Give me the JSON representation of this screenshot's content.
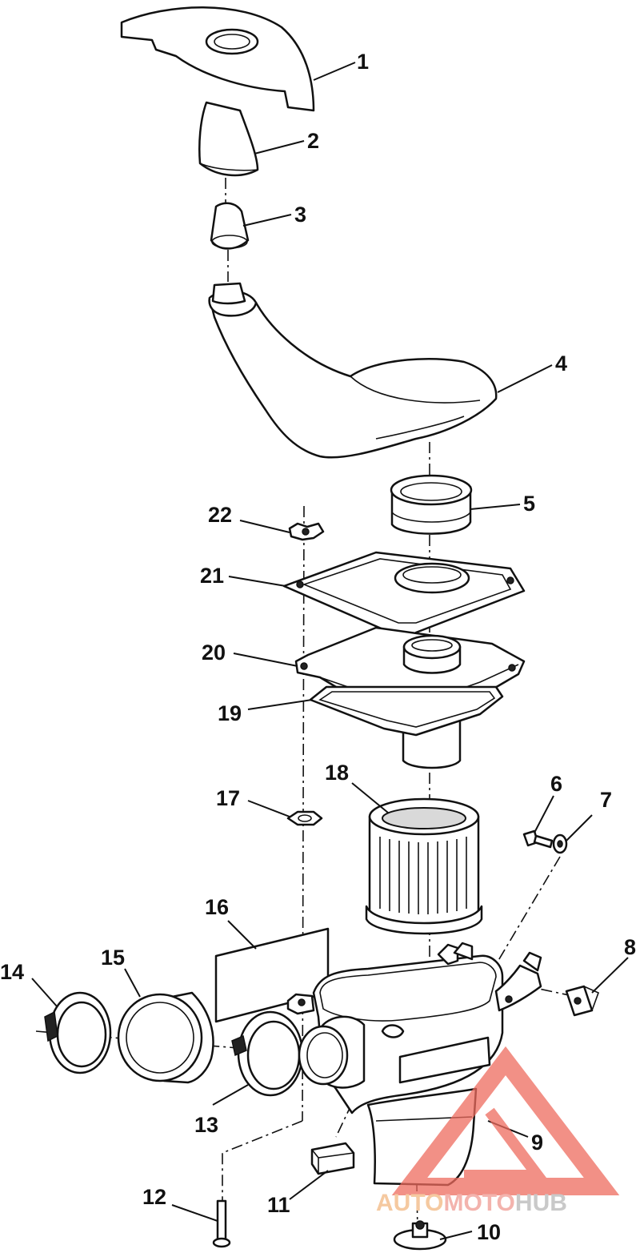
{
  "callouts": [
    "1",
    "2",
    "3",
    "4",
    "5",
    "6",
    "7",
    "8",
    "9",
    "10",
    "11",
    "12",
    "13",
    "14",
    "15",
    "16",
    "17",
    "18",
    "19",
    "20",
    "21",
    "22"
  ],
  "watermark": {
    "part1": "AUTO",
    "part2": "MOTO",
    "part3": "HUB",
    "color_part1": "#f5c9a0",
    "color_part2": "#f3b3ad",
    "color_part3": "#c9c9c9",
    "logo_color": "#ee6b5e"
  }
}
